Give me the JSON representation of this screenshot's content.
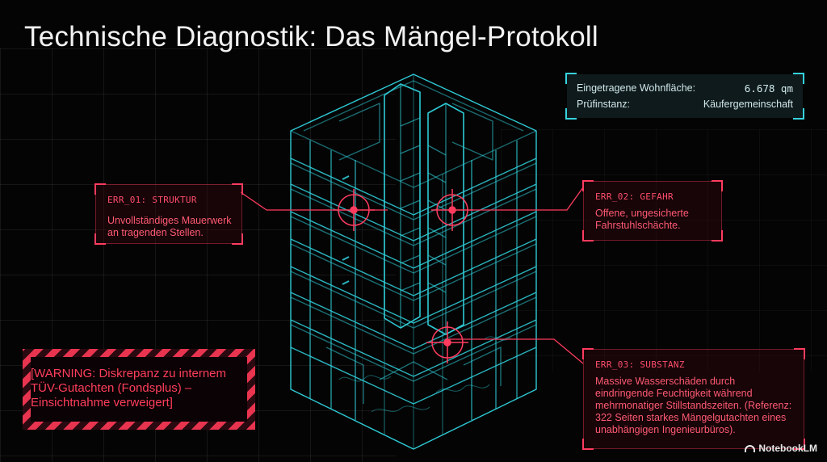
{
  "title": "Technische Diagnostik: Das Mängel-Protokoll",
  "info_panel": {
    "rows": [
      {
        "label": "Eingetragene Wohnfläche:",
        "value": "6.678 qm"
      },
      {
        "label": "Prüfinstanz:",
        "value": "Käufergemeinschaft"
      }
    ]
  },
  "errors": [
    {
      "code": "ERR_01: STRUKTUR",
      "text": "Unvollständiges Mauerwerk an tragenden Stellen."
    },
    {
      "code": "ERR_02: GEFAHR",
      "text": "Offene, ungesicherte Fahrstuhlschächte."
    },
    {
      "code": "ERR_03: SUBSTANZ",
      "text": "Massive Wasserschäden durch eindringende Feuchtigkeit während mehrmonatiger Stillstandszeiten. (Referenz: 322 Seiten starkes Mängelgutachten eines unabhängigen Ingenieurbüros)."
    }
  ],
  "warning": {
    "text": "[WARNING: Diskrepanz zu internem TÜV-Gutachten (Fondsplus) – Einsichtnahme verweigert]"
  },
  "brand": {
    "label": "NotebookLM",
    "icon": "notebooklm-logo-icon"
  },
  "colors": {
    "wireframe": "#2fc9d4",
    "alert": "#ff3c5f",
    "background": "#040404"
  }
}
